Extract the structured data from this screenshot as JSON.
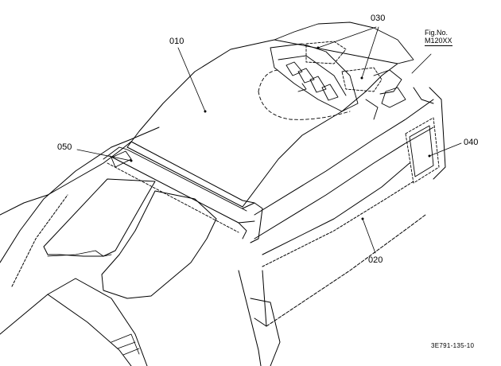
{
  "figure": {
    "fig_label": "Fig.No.",
    "fig_number": "M120XX",
    "doc_number": "3E791-135-10"
  },
  "callouts": [
    {
      "id": "010",
      "label": "010"
    },
    {
      "id": "020",
      "label": "020"
    },
    {
      "id": "030",
      "label": "030"
    },
    {
      "id": "040",
      "label": "040"
    },
    {
      "id": "050",
      "label": "050"
    }
  ],
  "colors": {
    "line": "#000000",
    "background": "#ffffff"
  }
}
